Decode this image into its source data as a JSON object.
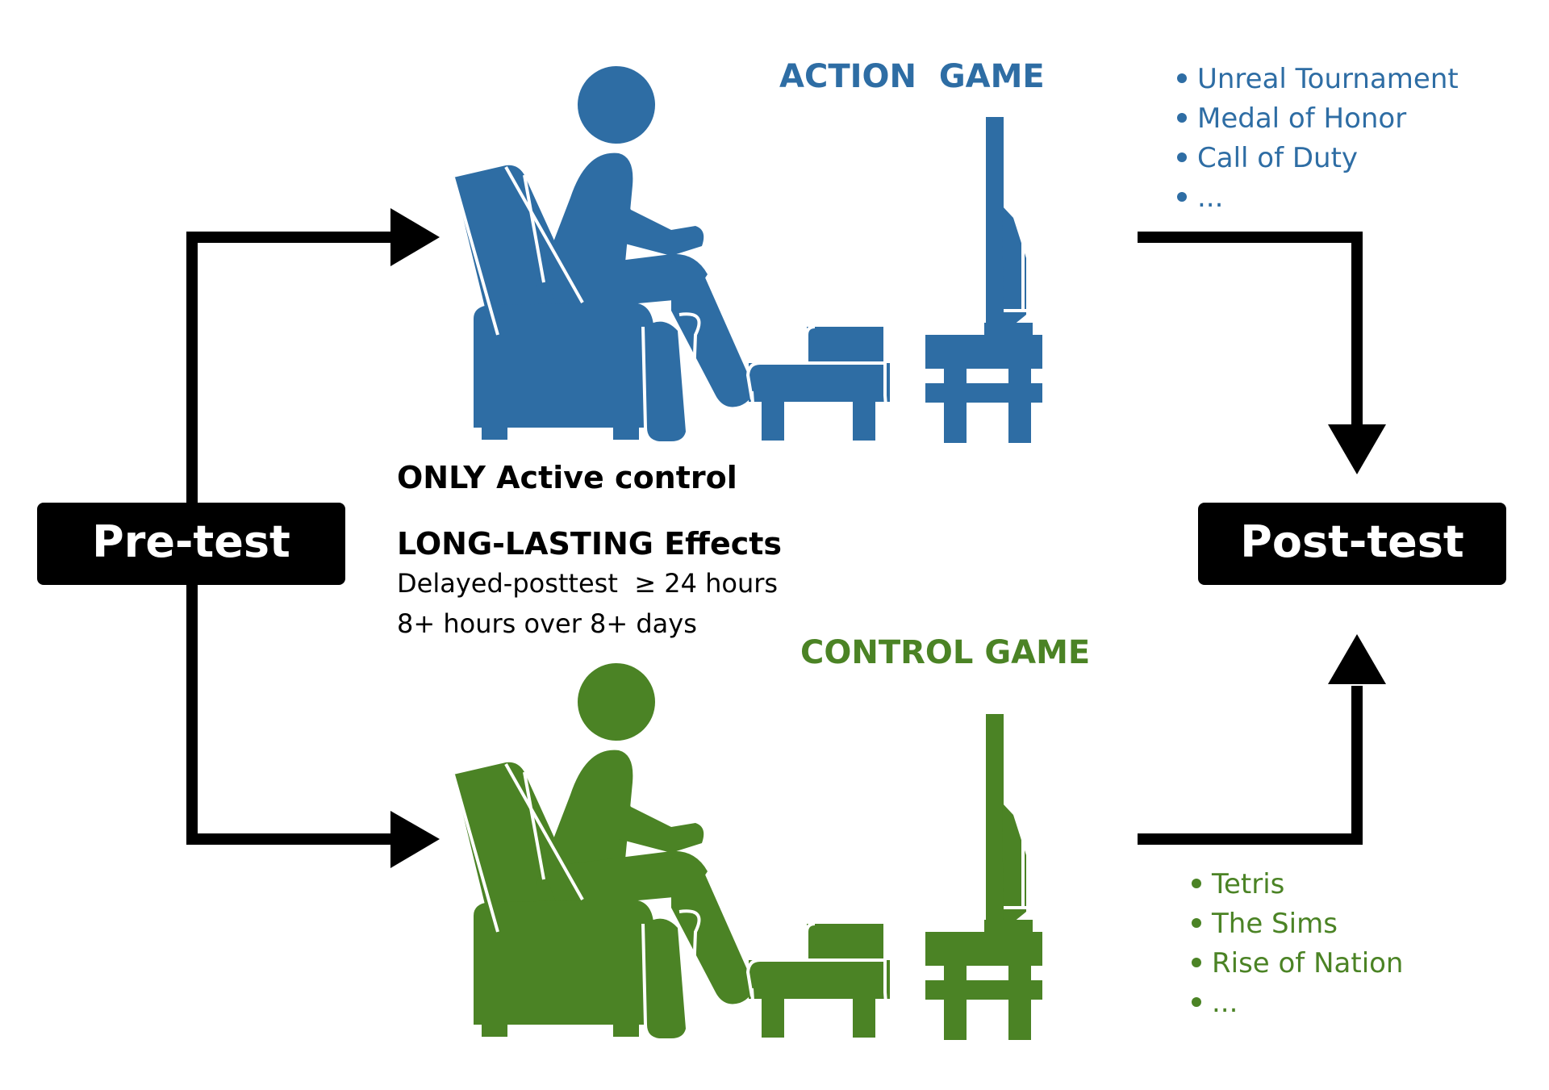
{
  "pretest": {
    "label": "Pre-test"
  },
  "posttest": {
    "label": "Post-test"
  },
  "colors": {
    "action": "#2e6da4",
    "control": "#4b8325",
    "arrow": "#000000",
    "box": "#000000"
  },
  "action": {
    "title": "ACTION  GAME",
    "games": [
      "Unreal Tournament",
      "Medal of Honor",
      "Call of Duty",
      "..."
    ]
  },
  "control": {
    "title": "CONTROL GAME",
    "games": [
      "Tetris",
      "The Sims",
      "Rise of Nation",
      "..."
    ]
  },
  "notes": {
    "active_control": "ONLY Active control",
    "long_lasting": "LONG-LASTING Effects",
    "delayed": "Delayed-posttest  ≥ 24 hours",
    "duration": "8+ hours over 8+ days"
  },
  "icons": [
    "gamer-on-armchair-icon",
    "game-console-icon",
    "tv-on-stand-icon"
  ]
}
